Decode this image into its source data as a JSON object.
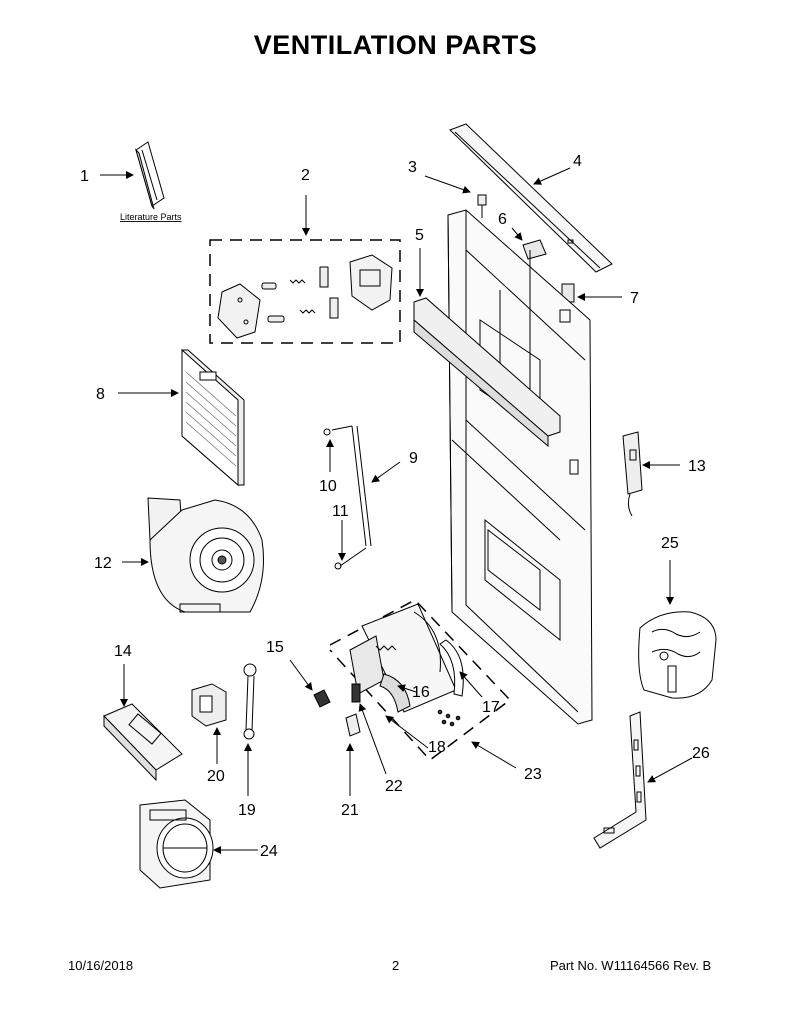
{
  "title": "VENTILATION PARTS",
  "literature_label": "Literature Parts",
  "callouts": [
    "1",
    "2",
    "3",
    "4",
    "5",
    "6",
    "7",
    "8",
    "9",
    "10",
    "11",
    "12",
    "13",
    "14",
    "15",
    "16",
    "17",
    "18",
    "19",
    "20",
    "21",
    "22",
    "23",
    "24",
    "25",
    "26"
  ],
  "footer": {
    "date": "10/16/2018",
    "page": "2",
    "part_no": "Part No.  W11164566  Rev.  B"
  }
}
